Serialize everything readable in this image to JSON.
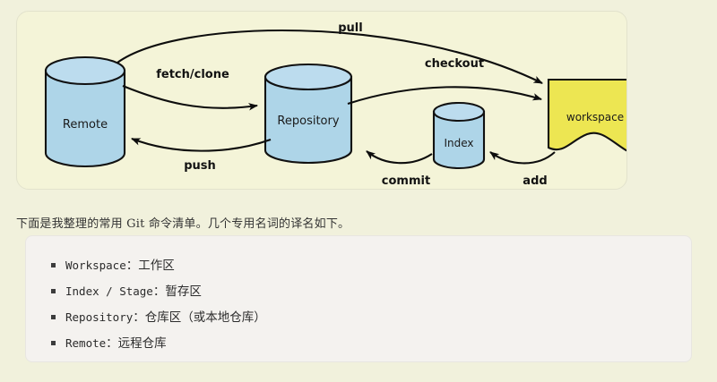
{
  "diagram": {
    "title": "git-data-transport-commands",
    "background_color": "#f4f4d8",
    "node_fill_blue": "#aed5e8",
    "node_fill_yellow": "#ede652",
    "outline_color": "#111111",
    "nodes": [
      {
        "id": "remote",
        "label": "Remote",
        "shape": "cylinder",
        "color": "#aed5e8"
      },
      {
        "id": "repository",
        "label": "Repository",
        "shape": "cylinder",
        "color": "#aed5e8"
      },
      {
        "id": "index",
        "label": "Index",
        "shape": "cylinder",
        "color": "#aed5e8"
      },
      {
        "id": "workspace",
        "label": "workspace",
        "shape": "torn-page",
        "color": "#ede652"
      }
    ],
    "edges": [
      {
        "id": "pull",
        "label": "pull",
        "from": "remote",
        "to": "workspace"
      },
      {
        "id": "fetch-clone",
        "label": "fetch/clone",
        "from": "remote",
        "to": "repository"
      },
      {
        "id": "checkout",
        "label": "checkout",
        "from": "repository",
        "to": "workspace"
      },
      {
        "id": "push",
        "label": "push",
        "from": "repository",
        "to": "remote"
      },
      {
        "id": "commit",
        "label": "commit",
        "from": "index",
        "to": "repository"
      },
      {
        "id": "add",
        "label": "add",
        "from": "workspace",
        "to": "index"
      }
    ]
  },
  "paragraph": {
    "text": "下面是我整理的常用 Git 命令清单。几个专用名词的译名如下。"
  },
  "glossary": {
    "items": [
      {
        "term": "Workspace",
        "separator": "：",
        "meaning": "工作区"
      },
      {
        "term": "Index / Stage",
        "separator": "：",
        "meaning": "暂存区"
      },
      {
        "term": "Repository",
        "separator": "：",
        "meaning": "仓库区（或本地仓库）"
      },
      {
        "term": "Remote",
        "separator": "：",
        "meaning": "远程仓库"
      }
    ]
  }
}
